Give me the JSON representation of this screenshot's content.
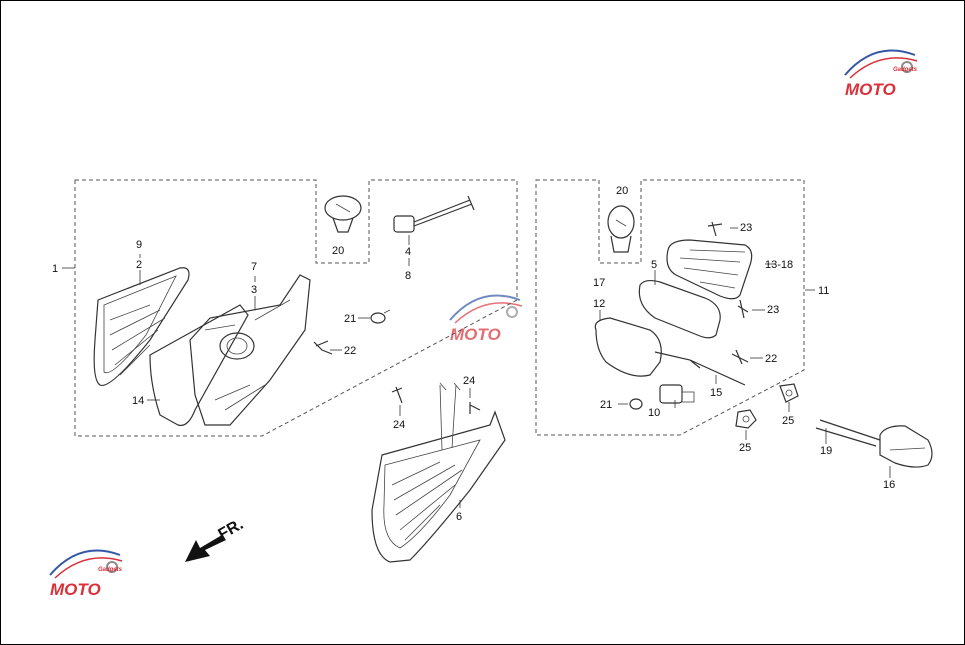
{
  "direction_label": "FR.",
  "watermark": {
    "text": "MOTO",
    "subtext": "Gadgets",
    "colors": {
      "red": "#d9303a",
      "blue": "#3557a6",
      "gray": "#8a8a8a"
    }
  },
  "callouts": {
    "c1": "1",
    "c9": "9",
    "c2": "2",
    "c7": "7",
    "c3": "3",
    "c14": "14",
    "c20a": "20",
    "c4": "4",
    "c8": "8",
    "c21a": "21",
    "c22a": "22",
    "c24a": "24",
    "c24b": "24",
    "c6": "6",
    "c20b": "20",
    "c23a": "23",
    "c5": "5",
    "c13_18": "13-18",
    "c17": "17",
    "c12": "12",
    "c11": "11",
    "c23b": "23",
    "c22b": "22",
    "c21b": "21",
    "c10": "10",
    "c15": "15",
    "c25a": "25",
    "c25b": "25",
    "c19": "19",
    "c16": "16"
  }
}
